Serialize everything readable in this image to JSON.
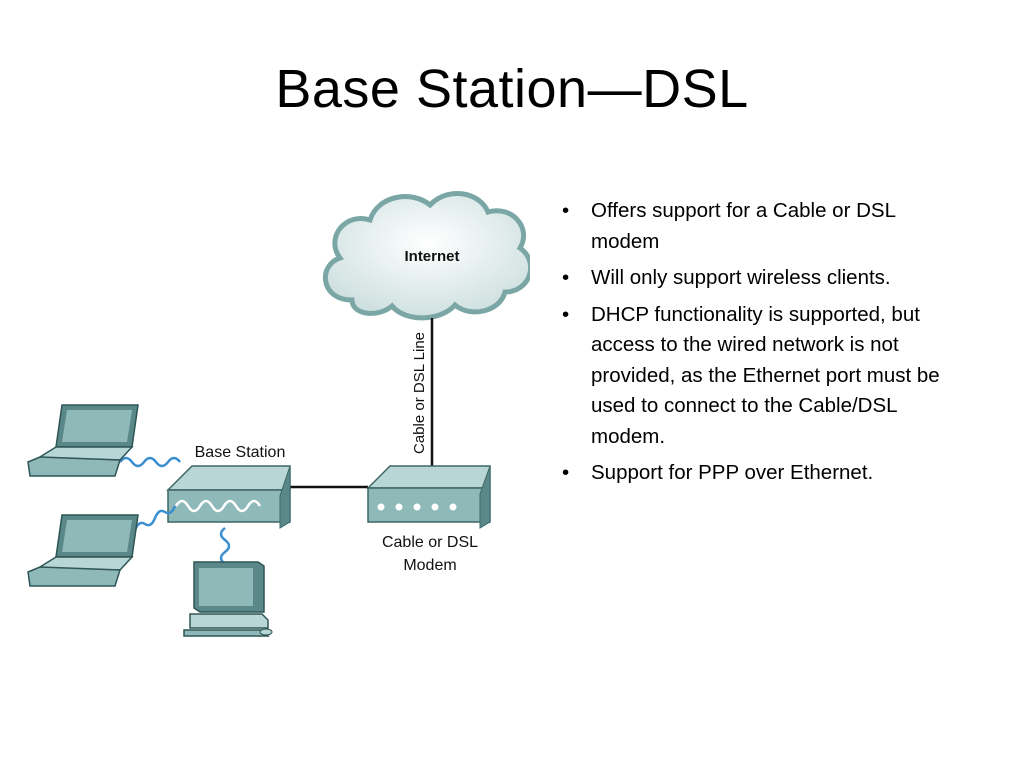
{
  "slide": {
    "title": "Base Station—DSL",
    "bullets": [
      "Offers support for a Cable or DSL modem",
      "Will only support wireless clients.",
      "DHCP functionality is supported, but access to the wired network is not provided, as the Ethernet port must be used to connect to the Cable/DSL modem.",
      "Support for PPP over Ethernet."
    ],
    "bullet_glyph": "•"
  },
  "diagram": {
    "internet_label": "Internet",
    "line_label": "Cable or DSL Line",
    "base_station_label": "Base Station",
    "modem_label_line1": "Cable or DSL",
    "modem_label_line2": "Modem",
    "colors": {
      "device_face": "#8fb8b8",
      "device_top": "#b9d6d6",
      "device_side": "#5a8888",
      "cloud": "#eaf2f2",
      "wireless": "#3a8fd0"
    },
    "icons": [
      "cloud-icon",
      "base-station-icon",
      "modem-icon",
      "laptop-icon",
      "desktop-icon"
    ]
  }
}
